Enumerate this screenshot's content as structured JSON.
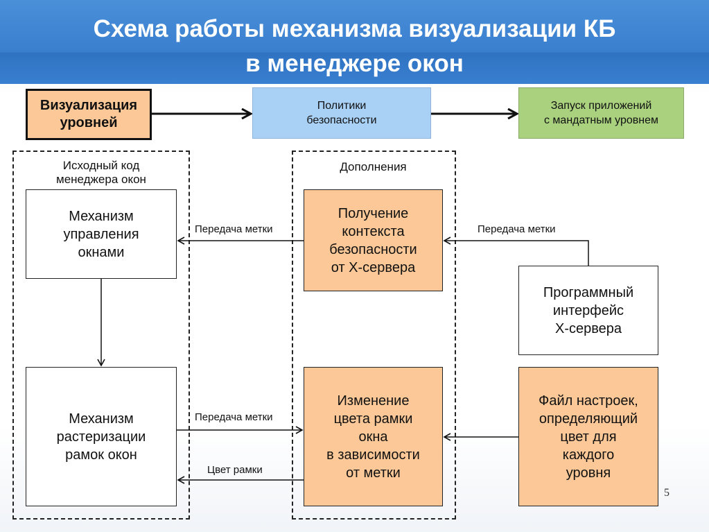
{
  "header": {
    "title_line1": "Схема работы механизма визуализации КБ",
    "title_line2": "в менеджере окон"
  },
  "top_row": {
    "box1": "Визуализация уровней",
    "box2": "Политики\nбезопасности",
    "box3": "Запуск приложений\nс мандатным уровнем"
  },
  "groups": {
    "source_label": "Исходный код\nменеджера окон",
    "additions_label": "Дополнения"
  },
  "nodes": {
    "window_mgmt": "Механизм\nуправления\nокнами",
    "rasterization": "Механизм\nрастеризации\nрамок окон",
    "get_context": "Получение\nконтекста\nбезопасности\nот X-сервера",
    "change_color": "Изменение\nцвета рамки\nокна\nв зависимости\nот метки",
    "xserver_api": "Программный\nинтерфейс\nX-сервера",
    "config_file": "Файл настроек,\nопределяющий\nцвет для\nкаждого\nуровня"
  },
  "edge_labels": {
    "label_transfer_1": "Передача метки",
    "label_transfer_2": "Передача метки",
    "label_transfer_3": "Передача метки",
    "frame_color": "Цвет рамки"
  },
  "colors": {
    "header_blue": "#3a80d0",
    "orange": "#fcc897",
    "light_blue": "#a9d0f5",
    "green": "#a9d17e"
  },
  "page_number": "5"
}
